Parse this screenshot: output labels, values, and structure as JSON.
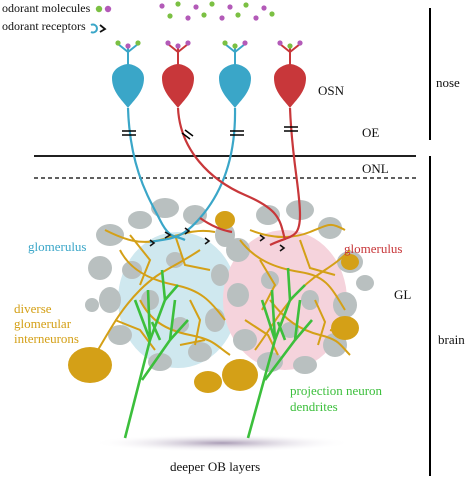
{
  "legend": {
    "odorant_molecules": "odorant molecules",
    "odorant_receptors": "odorant receptors"
  },
  "labels": {
    "osn": "OSN",
    "oe": "OE",
    "onl": "ONL",
    "gl": "GL",
    "nose": "nose",
    "brain": "brain",
    "glomerulus_left": "glomerulus",
    "glomerulus_right": "glomerulus",
    "interneurons": [
      "diverse",
      "glomerular",
      "interneurons"
    ],
    "projection": [
      "projection neuron",
      "dendrites"
    ],
    "deeper": "deeper OB layers"
  },
  "colors": {
    "osn_blue": "#3aa6c8",
    "osn_red": "#c8373a",
    "interneuron": "#d4a017",
    "projection": "#3cbf3c",
    "glia": "#b9c0c0",
    "glom_blue": "#cfe8ef",
    "glom_pink": "#f5d3dc",
    "molecule_purple": "#b35ab8",
    "molecule_green": "#7bc043"
  }
}
